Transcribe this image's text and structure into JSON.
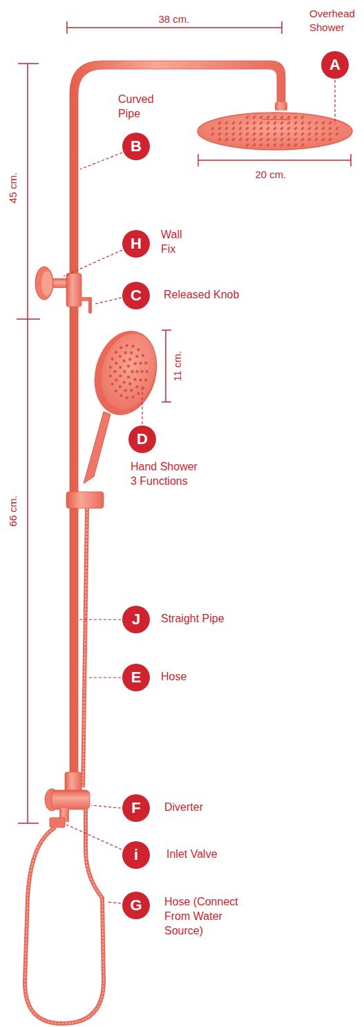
{
  "diagram": {
    "nodes": [
      {
        "text": [
          "A",
          "Overhead Shower"
        ]
      },
      {
        "text": [
          "B",
          "Curved Pipe"
        ]
      },
      {
        "text": [
          "H",
          "Wall Fix"
        ]
      },
      {
        "text": [
          "C",
          "Released Knob"
        ]
      },
      {
        "text": [
          "D",
          "Hand Shower 3 Functions"
        ]
      },
      {
        "text": [
          "J",
          "Straight Pipe"
        ]
      },
      {
        "text": [
          "E",
          "Hose"
        ]
      },
      {
        "text": [
          "F",
          "Diverter"
        ]
      },
      {
        "text": [
          "i",
          "Inlet Valve"
        ]
      },
      {
        "text": [
          "G",
          "Hose (Connect From Water Source)"
        ]
      }
    ],
    "edges": [],
    "labels": [
      "38 cm.",
      "20 cm.",
      "45 cm.",
      "66 cm.",
      "11 cm."
    ]
  }
}
